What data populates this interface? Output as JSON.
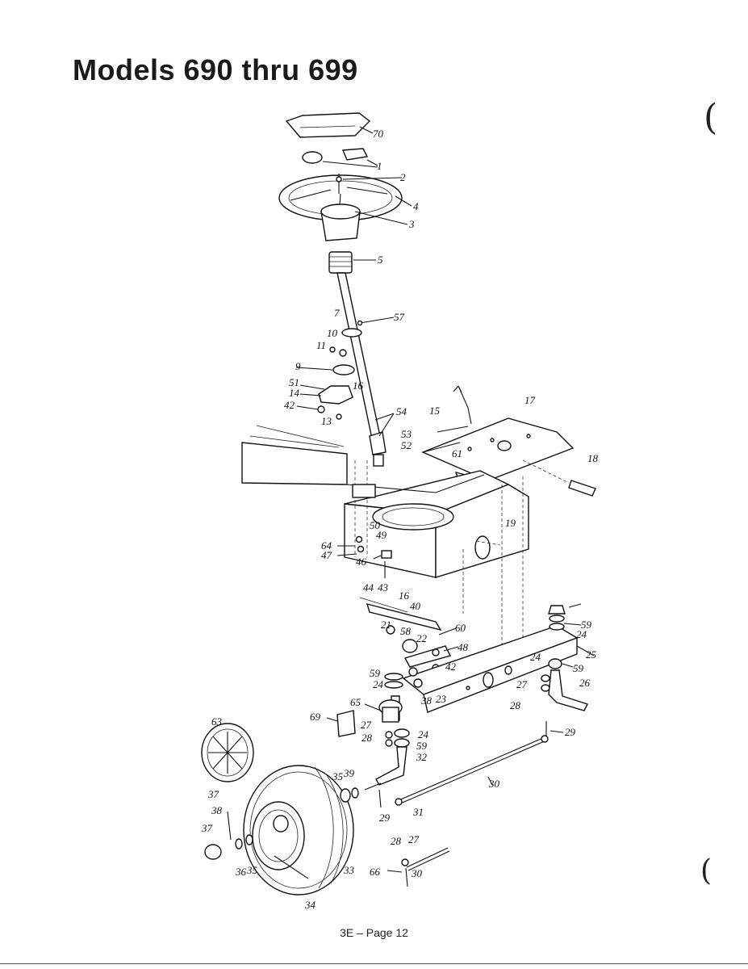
{
  "page": {
    "title": "Models 690 thru 699",
    "footer": "3E – Page 12"
  },
  "diagram": {
    "callouts": [
      "70",
      "1",
      "2",
      "4",
      "3",
      "5",
      "57",
      "7",
      "10",
      "11",
      "9",
      "16",
      "51",
      "14",
      "42",
      "54",
      "13",
      "15",
      "17",
      "53",
      "52",
      "61",
      "18",
      "19",
      "50",
      "49",
      "64",
      "47",
      "46",
      "44",
      "43",
      "16",
      "40",
      "60",
      "21",
      "58",
      "22",
      "48",
      "42",
      "59",
      "24",
      "23",
      "38",
      "65",
      "69",
      "27",
      "28",
      "24",
      "59",
      "32",
      "63",
      "35",
      "39",
      "37",
      "30",
      "29",
      "31",
      "38",
      "37",
      "36",
      "35",
      "34",
      "33",
      "28",
      "27",
      "66",
      "30",
      "24",
      "59",
      "25",
      "24",
      "59",
      "27",
      "26",
      "28",
      "29"
    ]
  }
}
